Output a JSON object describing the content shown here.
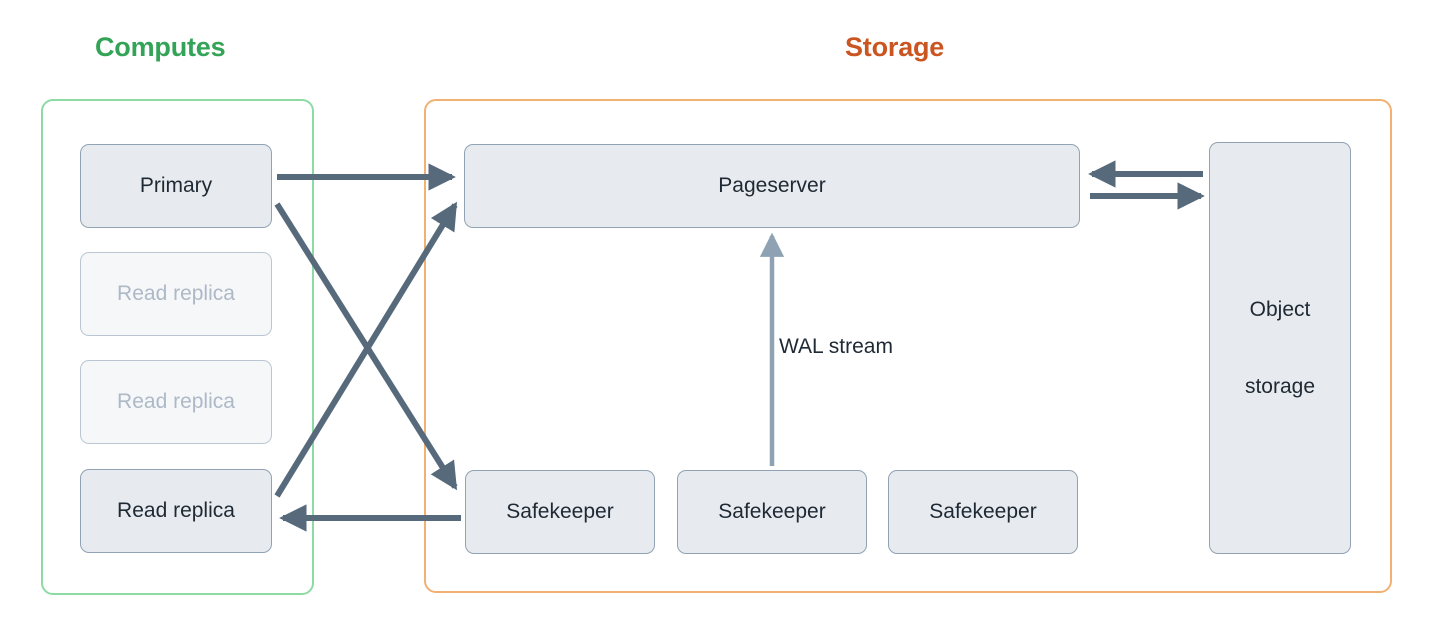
{
  "diagram": {
    "title_computes": "Computes",
    "title_storage": "Storage",
    "colors": {
      "computes_accent": "#33a457",
      "storage_accent": "#cb5520",
      "computes_border": "#8ddba4",
      "storage_border": "#f0b173",
      "node_fill_active": "#e7ebf0",
      "node_border_active": "#91a2b4",
      "node_fill_faded": "#f6f7f9",
      "node_text_faded": "#adb9c7",
      "arrow_strong": "#576a7c",
      "arrow_light": "#8fa2b3",
      "text": "#1f2933"
    }
  },
  "computes": {
    "nodes": [
      {
        "label": "Primary",
        "state": "active"
      },
      {
        "label": "Read replica",
        "state": "faded"
      },
      {
        "label": "Read replica",
        "state": "faded"
      },
      {
        "label": "Read replica",
        "state": "active"
      }
    ]
  },
  "storage": {
    "pageserver": {
      "label": "Pageserver"
    },
    "safekeepers": [
      {
        "label": "Safekeeper"
      },
      {
        "label": "Safekeeper"
      },
      {
        "label": "Safekeeper"
      }
    ],
    "object_storage": {
      "line1": "Object",
      "line2": "storage"
    }
  },
  "edges": {
    "wal_stream_label": "WAL stream",
    "connections": [
      {
        "from": "Primary",
        "to": "Pageserver",
        "style": "horizontal-right"
      },
      {
        "from": "Primary",
        "to": "Safekeeper 1",
        "style": "diagonal-down-right"
      },
      {
        "from": "Read replica",
        "to": "Pageserver",
        "style": "diagonal-up-right"
      },
      {
        "from": "Safekeeper 1",
        "to": "Read replica",
        "style": "horizontal-left"
      },
      {
        "from": "Safekeeper 2",
        "to": "Pageserver",
        "style": "vertical-up",
        "label": "WAL stream"
      },
      {
        "from": "Object storage",
        "to": "Pageserver",
        "style": "horizontal-left"
      },
      {
        "from": "Pageserver",
        "to": "Object storage",
        "style": "horizontal-right"
      }
    ]
  }
}
